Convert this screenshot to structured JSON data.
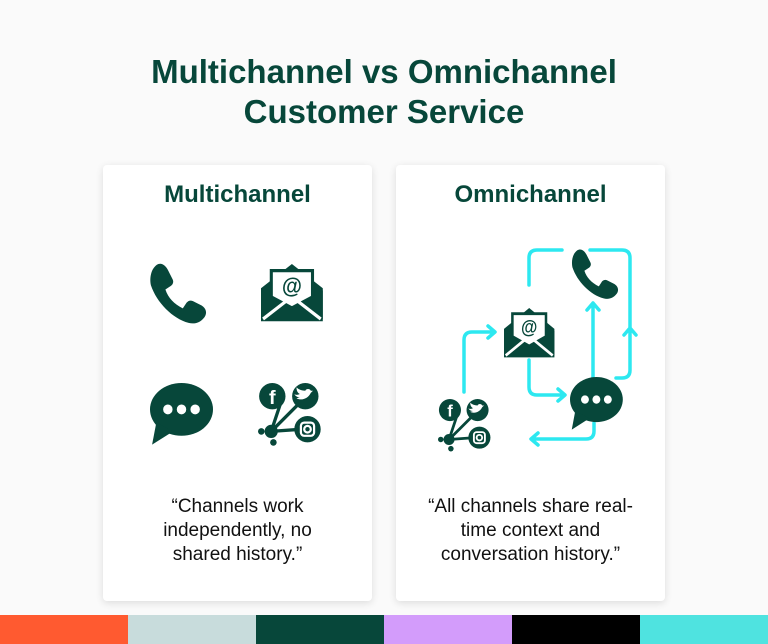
{
  "title_line1": "Multichannel vs Omnichannel",
  "title_line2": "Customer Service",
  "multichannel": {
    "heading": "Multichannel",
    "quote": "“Channels work independently, no shared history.”"
  },
  "omnichannel": {
    "heading": "Omnichannel",
    "quote": "“All channels share real-time context and conversation history.”"
  },
  "colors": {
    "dark_green": "#07473a",
    "cyan": "#2de8f0",
    "orange": "#ff5a30",
    "purple": "#d39cfb",
    "gray": "#c8dcdc",
    "black": "#000000",
    "teal": "#4fe3e0"
  },
  "palette": [
    "#ff5a30",
    "#c8dcdc",
    "#07473a",
    "#d39cfb",
    "#000000",
    "#4fe3e0"
  ]
}
